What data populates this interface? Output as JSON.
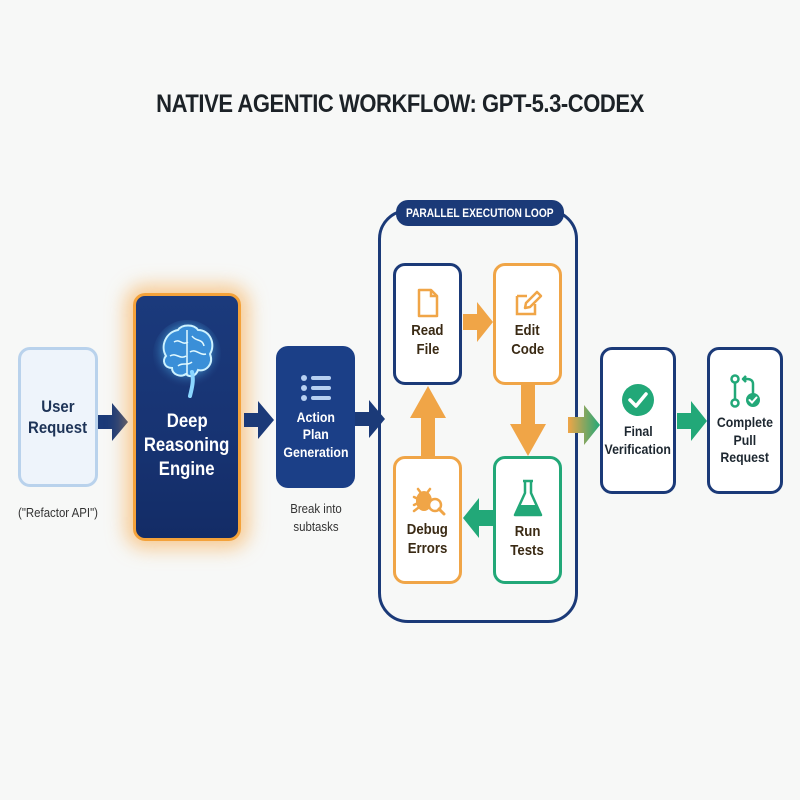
{
  "title": "NATIVE AGENTIC WORKFLOW: GPT-5.3-CODEX",
  "colors": {
    "navy": "#1b3a78",
    "orange": "#f0a547",
    "green": "#22a878",
    "light_blue": "#eef4fb",
    "background": "#f7f8f7"
  },
  "nodes": {
    "user_request": {
      "line1": "User",
      "line2": "Request",
      "caption": "(\"Refactor API\")",
      "icon": "none"
    },
    "deep_reasoning": {
      "line1": "Deep",
      "line2": "Reasoning",
      "line3": "Engine",
      "icon": "brain-icon"
    },
    "action_plan": {
      "line1": "Action",
      "line2": "Plan",
      "line3": "Generation",
      "caption_line1": "Break into",
      "caption_line2": "subtasks",
      "icon": "list-icon"
    },
    "loop": {
      "label": "PARALLEL EXECUTION LOOP",
      "read_file": {
        "line1": "Read",
        "line2": "File",
        "icon": "file-icon"
      },
      "edit_code": {
        "line1": "Edit",
        "line2": "Code",
        "icon": "edit-icon"
      },
      "run_tests": {
        "line1": "Run",
        "line2": "Tests",
        "icon": "flask-icon"
      },
      "debug_errors": {
        "line1": "Debug",
        "line2": "Errors",
        "icon": "bug-search-icon"
      }
    },
    "final_verification": {
      "line1": "Final",
      "line2": "Verification",
      "icon": "check-circle-icon"
    },
    "complete_pr": {
      "line1": "Complete",
      "line2": "Pull",
      "line3": "Request",
      "icon": "pull-request-icon"
    }
  },
  "edges": [
    [
      "User Request",
      "Deep Reasoning Engine"
    ],
    [
      "Deep Reasoning Engine",
      "Action Plan Generation"
    ],
    [
      "Action Plan Generation",
      "Parallel Execution Loop"
    ],
    [
      "Read File",
      "Edit Code"
    ],
    [
      "Edit Code",
      "Run Tests"
    ],
    [
      "Run Tests",
      "Debug Errors"
    ],
    [
      "Debug Errors",
      "Read File"
    ],
    [
      "Parallel Execution Loop",
      "Final Verification"
    ],
    [
      "Final Verification",
      "Complete Pull Request"
    ]
  ]
}
